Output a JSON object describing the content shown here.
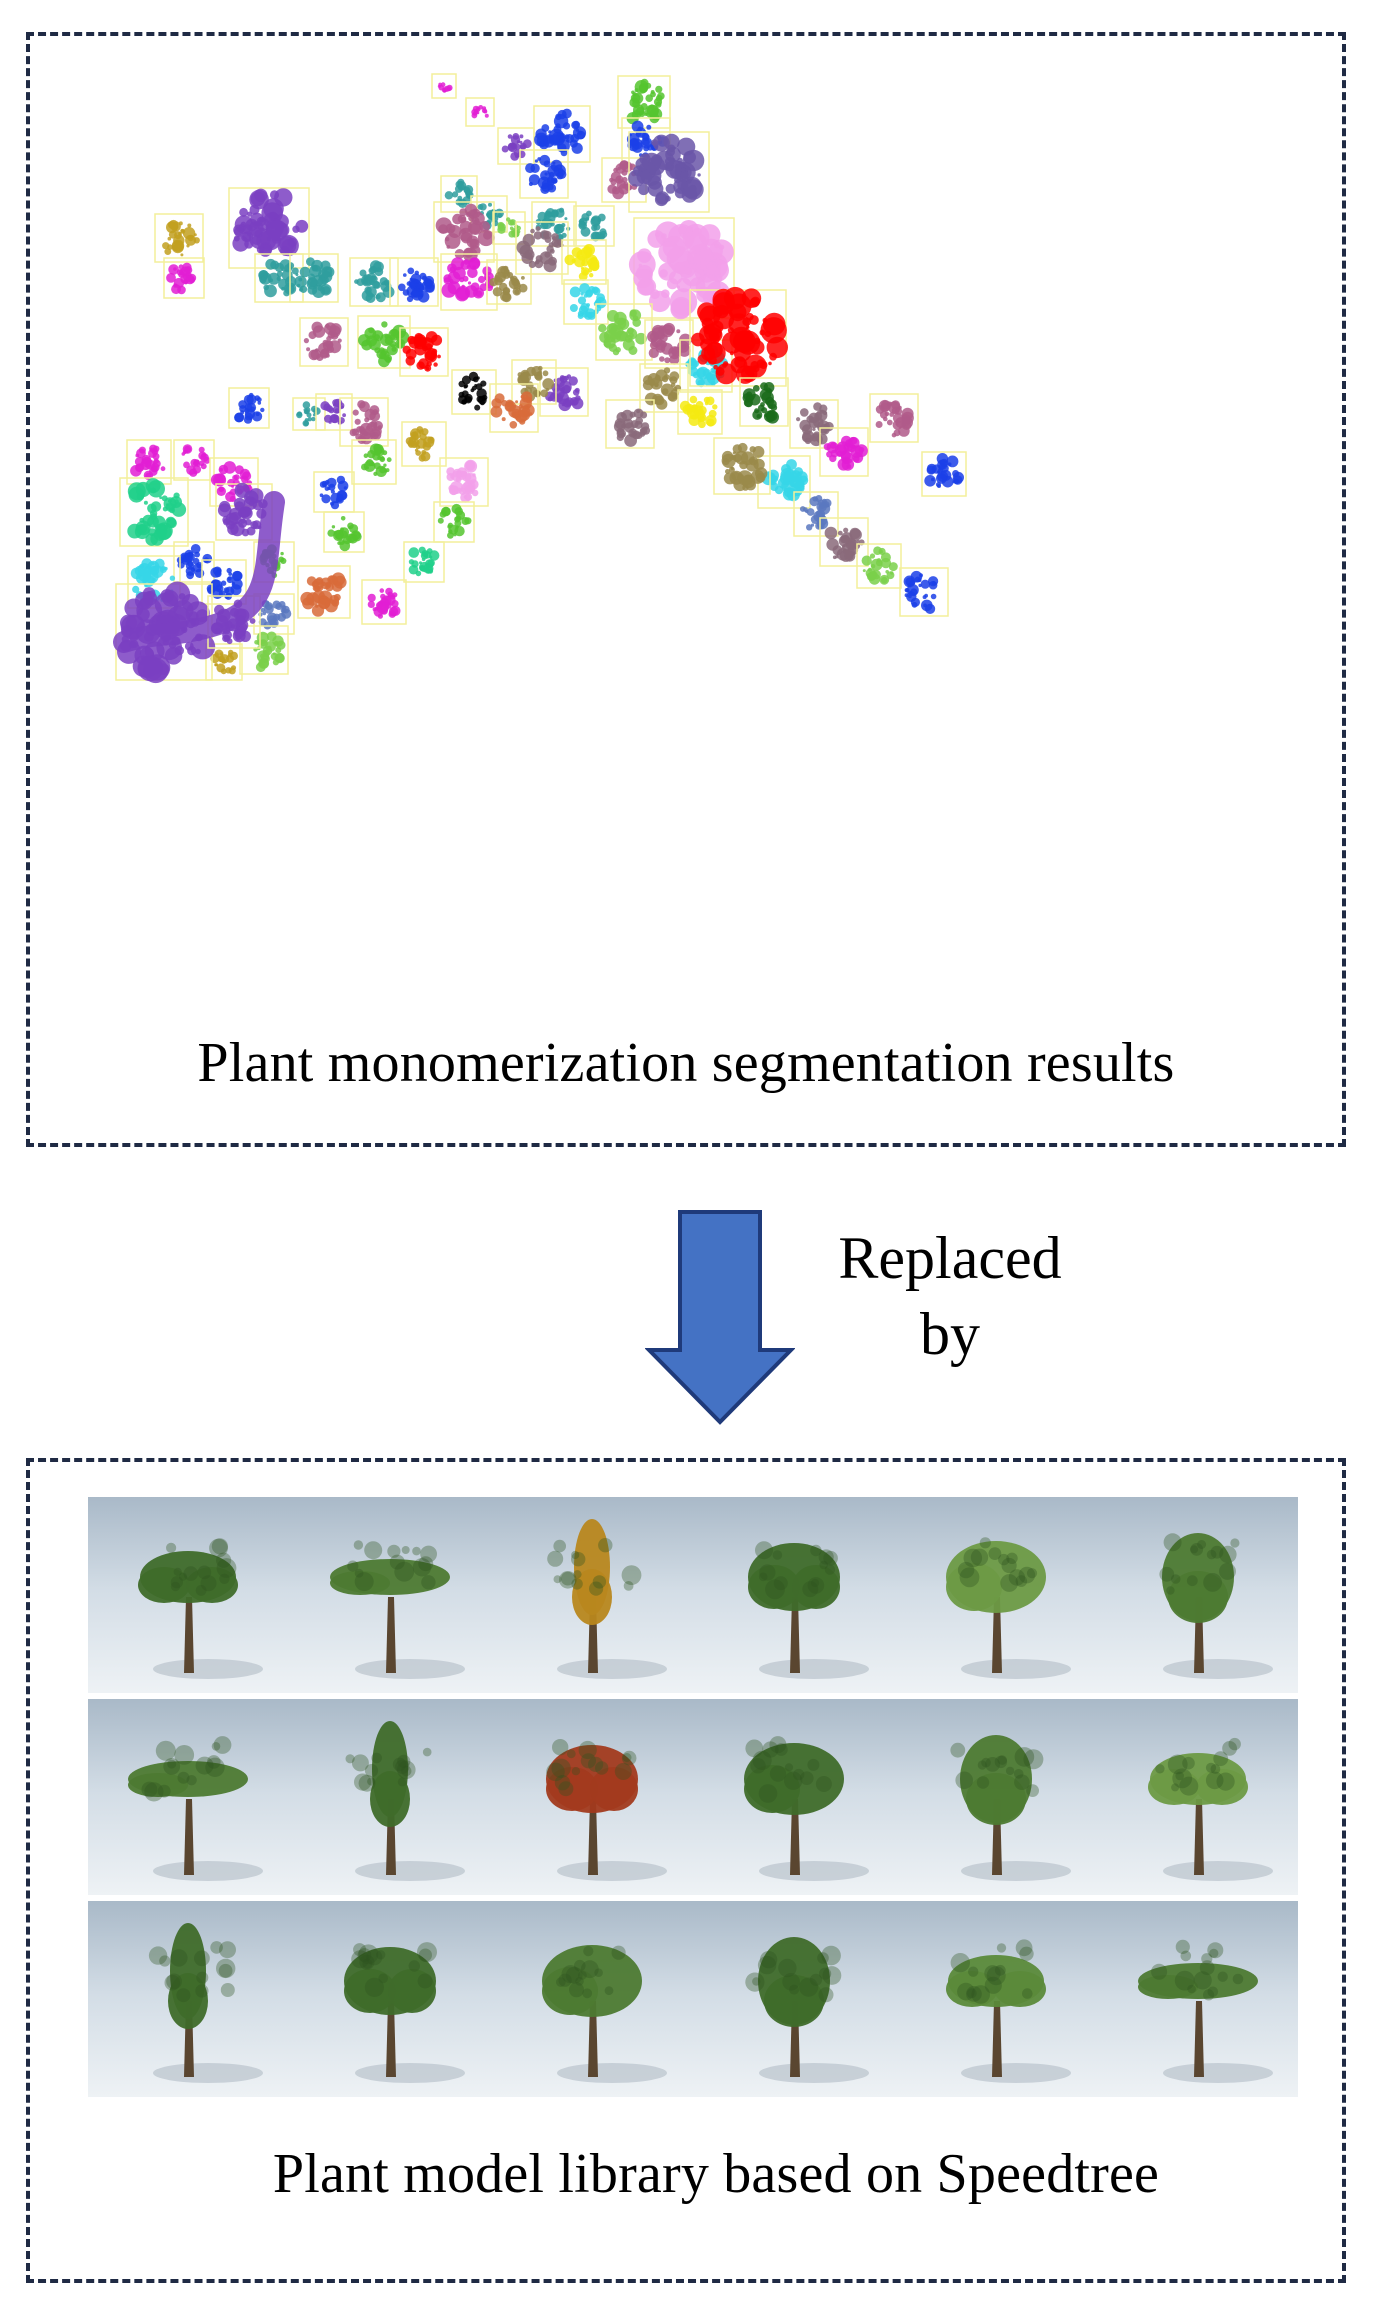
{
  "top_panel": {
    "caption": "Plant monomerization segmentation results",
    "segments": [
      {
        "color": "#7a3fc2"
      },
      {
        "color": "#2f9e9e"
      },
      {
        "color": "#e21fd4"
      },
      {
        "color": "#1b40e8"
      },
      {
        "color": "#b05a8a"
      },
      {
        "color": "#55c42f"
      },
      {
        "color": "#d86b3a"
      },
      {
        "color": "#ff0000"
      },
      {
        "color": "#f2a0ea"
      },
      {
        "color": "#6a56a8"
      },
      {
        "color": "#f4ea12"
      },
      {
        "color": "#36d6e8"
      },
      {
        "color": "#000000"
      },
      {
        "color": "#9a8a4a"
      },
      {
        "color": "#1a6b1a"
      },
      {
        "color": "#5a78c0"
      },
      {
        "color": "#20d08a"
      },
      {
        "color": "#7ad04a"
      },
      {
        "color": "#c2a020"
      },
      {
        "color": "#8a6a7a"
      }
    ]
  },
  "arrow": {
    "label_line1": "Replaced",
    "label_line2": "by",
    "color": "#4472c4",
    "outline": "#1f3a7a"
  },
  "bottom_panel": {
    "caption": "Plant model library based on Speedtree",
    "rows": 3,
    "columns": 6,
    "foliage_colors": [
      "#3f6b2a",
      "#4d7a32",
      "#5b8a3a",
      "#b8871e",
      "#a23a1e",
      "#6d9a45"
    ]
  }
}
